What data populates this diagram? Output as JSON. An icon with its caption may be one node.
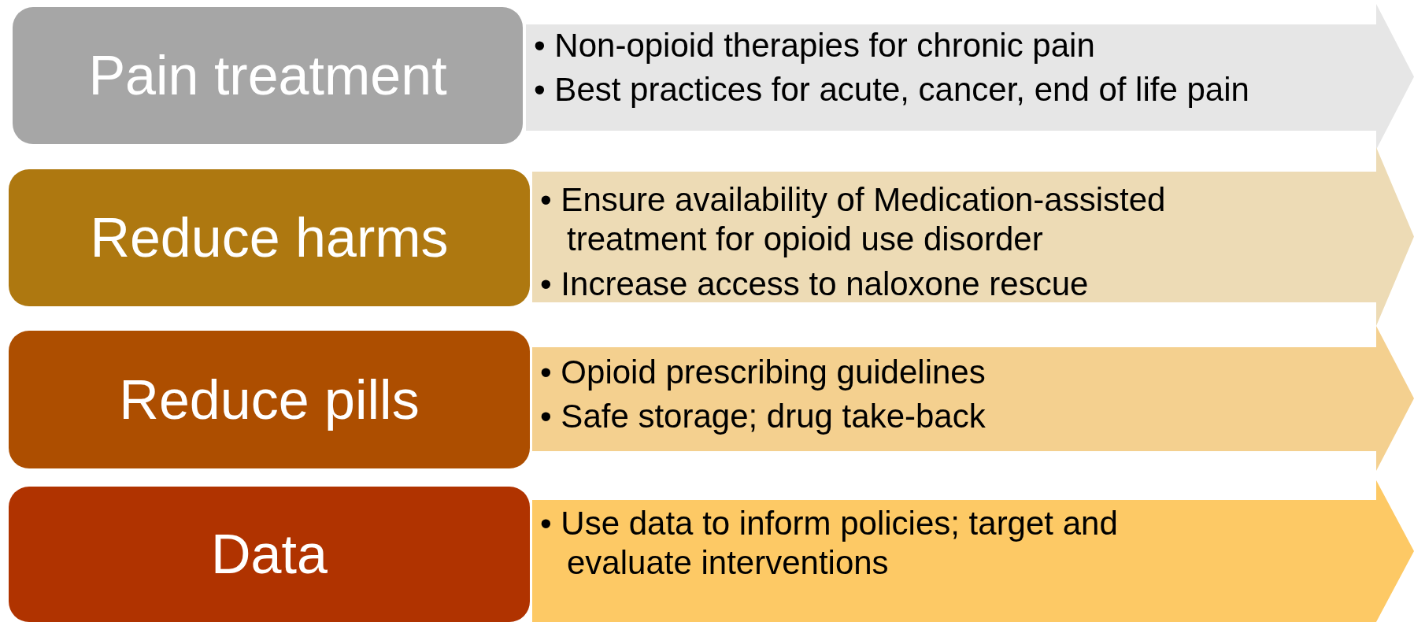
{
  "diagram": {
    "nodes": [
      {
        "text": [
          "Pain treatment"
        ]
      },
      {
        "text": [
          "• Non-opioid therapies for chronic pain",
          "• Best practices for acute, cancer, end of life pain"
        ]
      },
      {
        "text": [
          "Reduce harms"
        ]
      },
      {
        "text": [
          "• Ensure availability of Medication-assisted treatment for opioid use disorder",
          "• Increase access to naloxone rescue"
        ]
      },
      {
        "text": [
          "Reduce pills"
        ]
      },
      {
        "text": [
          "• Opioid prescribing guidelines",
          "• Safe storage; drug take-back"
        ]
      },
      {
        "text": [
          "Data"
        ]
      },
      {
        "text": [
          "• Use data to inform policies; target and evaluate interventions"
        ]
      }
    ]
  }
}
